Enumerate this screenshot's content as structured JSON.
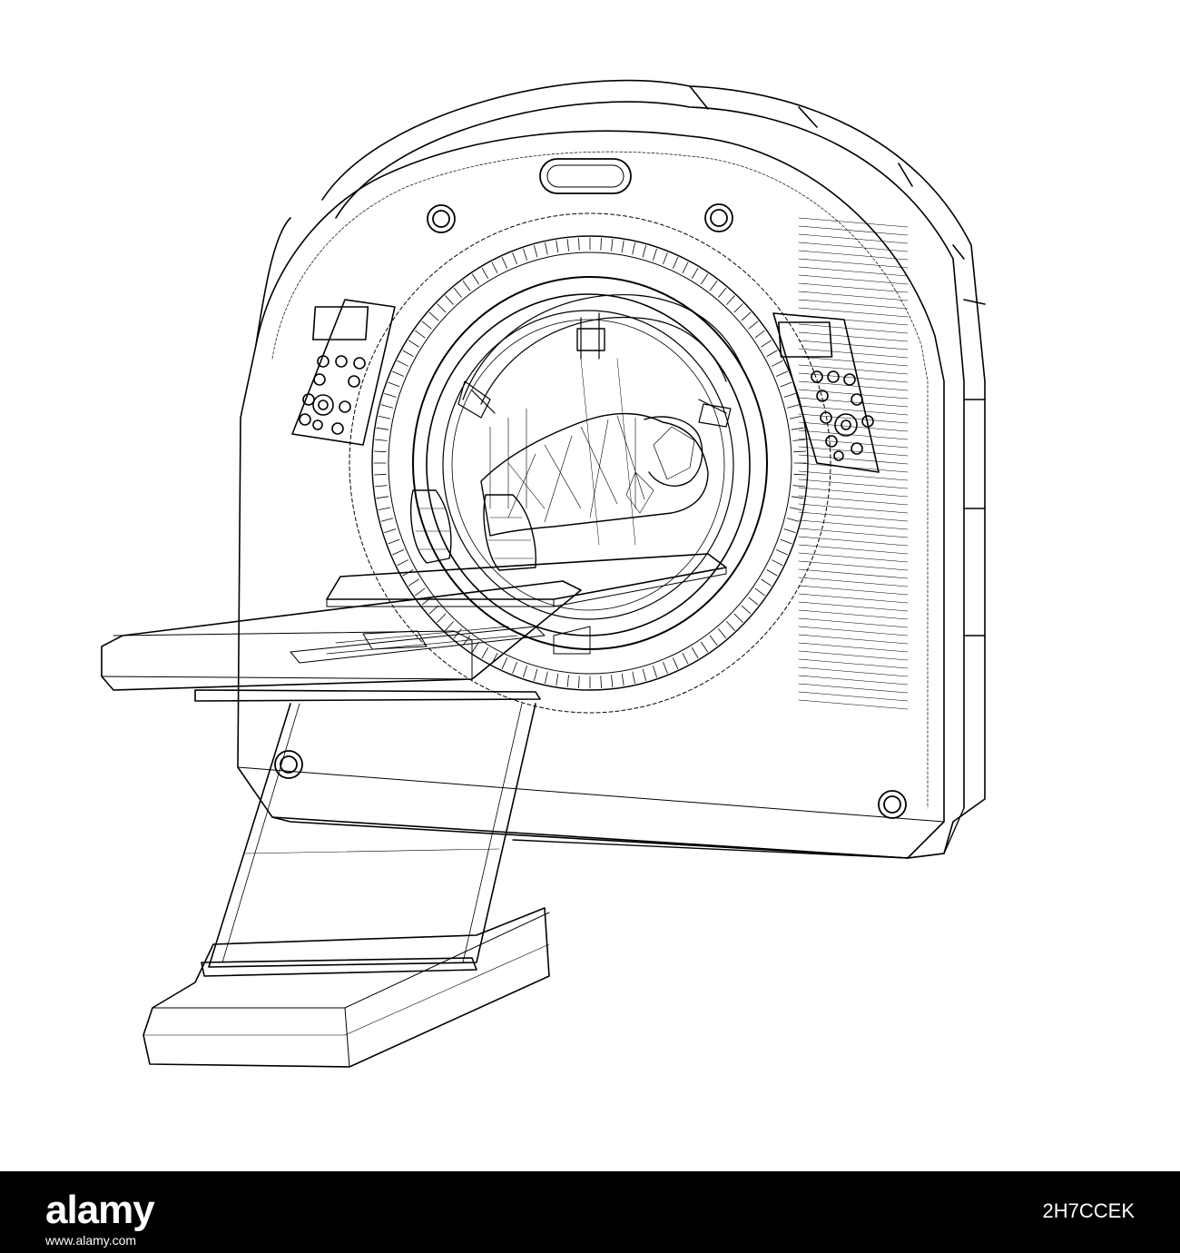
{
  "illustration": {
    "subject": "",
    "style": "wireframe",
    "line_color": "#000000",
    "background_color": "#ffffff"
  },
  "footer": {
    "background_color": "#000000",
    "text_color": "#ffffff",
    "logo_text": "alamy",
    "image_id": "2H7CCEK",
    "url": "www.alamy.com"
  }
}
